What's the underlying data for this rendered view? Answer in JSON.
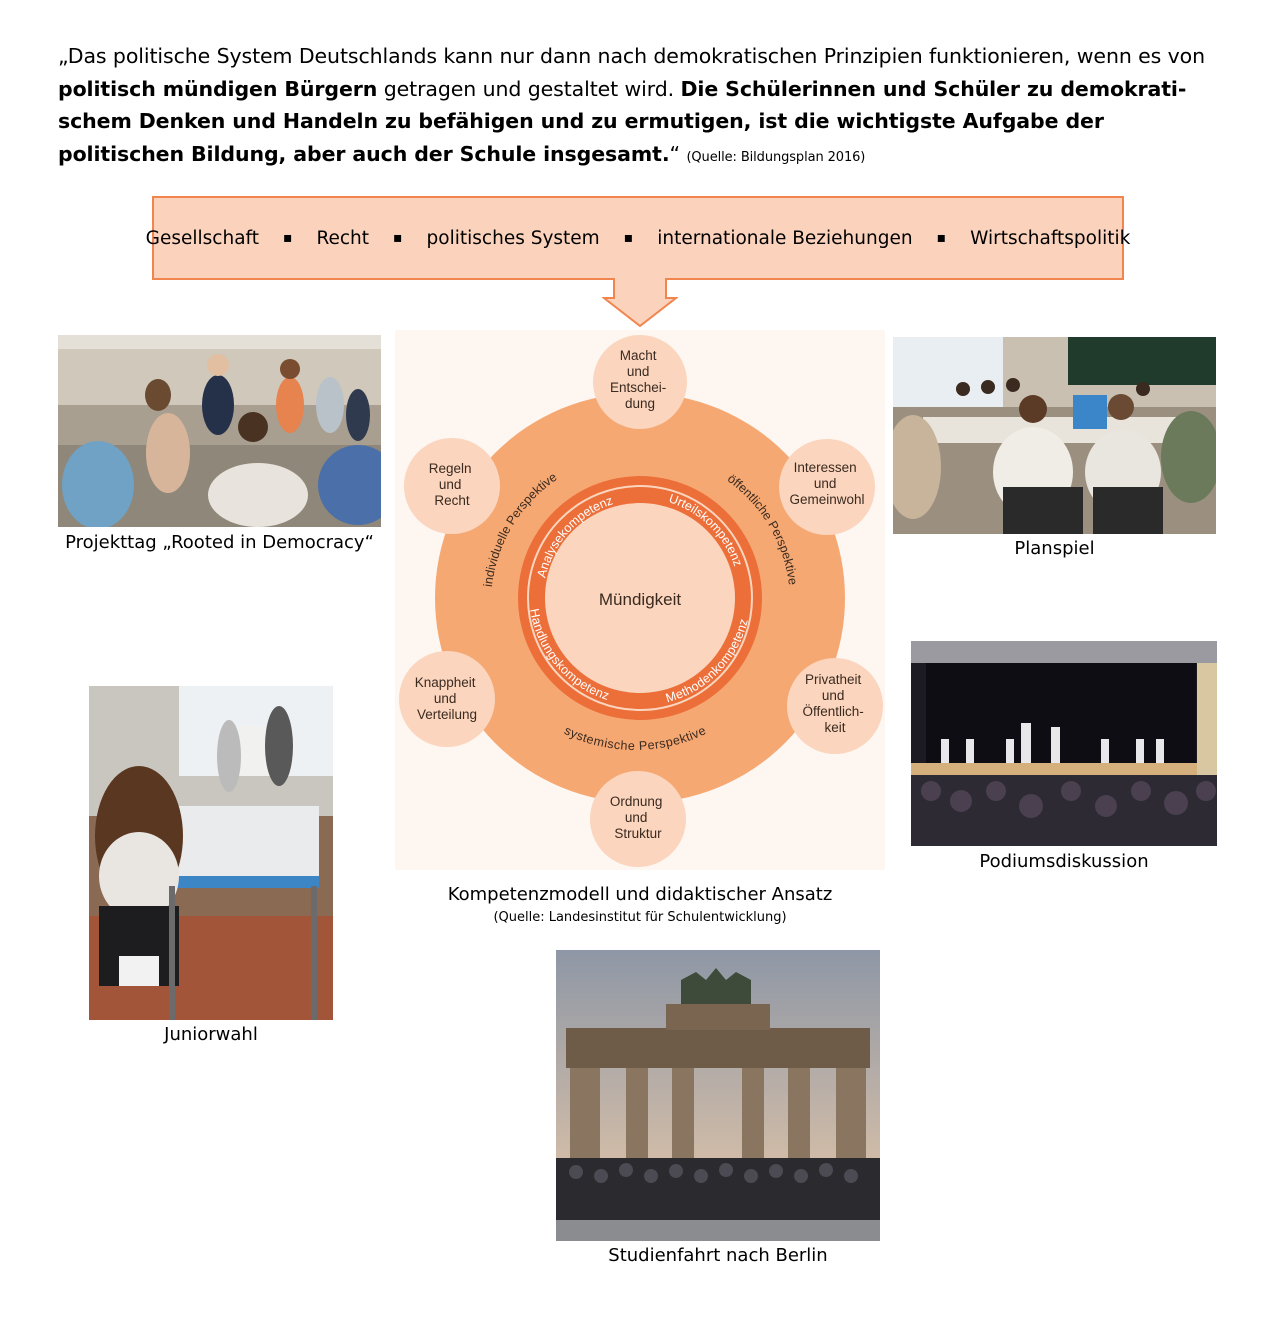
{
  "quote": {
    "open": "„Das politische System Deutschlands kann nur dann nach demokratischen Prinzipien funktionieren, wenn es von ",
    "bold1": "politisch mündigen Bürgern",
    "mid": " getragen und gestaltet wird. ",
    "bold2": "Die Schülerinnen und Schüler zu demokrati­schem Denken und Handeln zu befähigen und zu ermutigen, ist die wichtigste Aufgabe der politischen Bil­dung, aber auch der Schule insgesamt.",
    "close": "“ ",
    "source": "(Quelle: Bildungsplan 2016)"
  },
  "topics": [
    "Gesellschaft",
    "Recht",
    "politisches System",
    "internationale Beziehungen",
    "Wirtschaftspolitik"
  ],
  "topic_separator": "▪",
  "model": {
    "center": "Mündigkeit",
    "inner_ring": [
      "Analysekompetenz",
      "Urteilskompetenz",
      "Methodenkompetenz",
      "Handlungskompetenz"
    ],
    "perspectives": [
      "individuelle Perspektive",
      "öffentliche Perspektive",
      "systemische Perspektive"
    ],
    "bubbles": {
      "top": [
        "Macht",
        "und",
        "Entschei-",
        "dung"
      ],
      "upper_right": [
        "Interessen",
        "und",
        "Gemeinwohl"
      ],
      "lower_right": [
        "Privatheit",
        "und",
        "Öffentlich-",
        "keit"
      ],
      "bottom": [
        "Ordnung",
        "und",
        "Struktur"
      ],
      "lower_left": [
        "Knappheit",
        "und",
        "Verteilung"
      ],
      "upper_left": [
        "Regeln",
        "und",
        "Recht"
      ]
    },
    "caption": "Kompetenzmodell und didaktischer Ansatz",
    "source": "(Quelle: Landesinstitut für Schulentwicklung)"
  },
  "photos": {
    "projekttag": "Projekttag „Rooted in Democracy“",
    "planspiel": "Planspiel",
    "podium": "Podiumsdiskussion",
    "juniorwahl": "Juniorwahl",
    "berlin": "Studienfahrt nach Berlin"
  },
  "colors": {
    "box_fill": "#fbd3bd",
    "box_border": "#f0854f",
    "outer_circle": "#f6a872",
    "ring": "#ec6f3a",
    "bubble": "#fbd5bd"
  }
}
